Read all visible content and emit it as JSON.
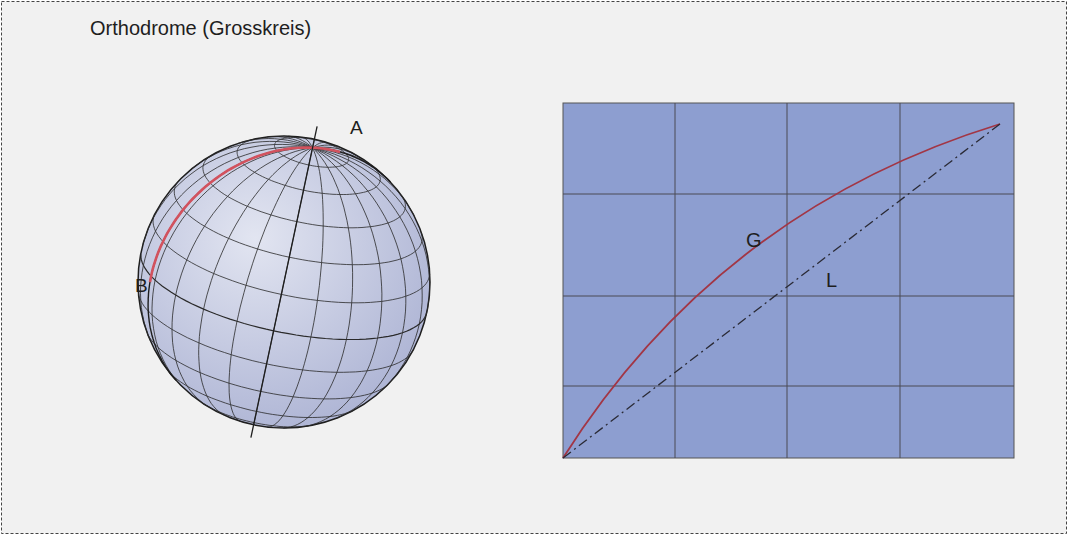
{
  "diagram": {
    "title": "Orthodrome (Grosskreis)",
    "labels": [
      "A",
      "B",
      "G",
      "L"
    ]
  }
}
